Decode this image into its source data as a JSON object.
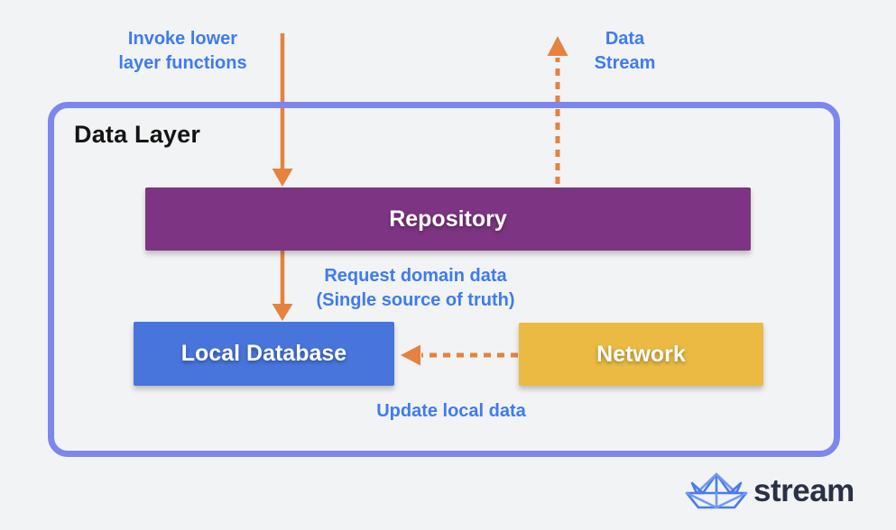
{
  "canvas": {
    "background": "#f2f3f4"
  },
  "container": {
    "title": "Data Layer",
    "border_color": "#7b87ec"
  },
  "nodes": {
    "repository": {
      "label": "Repository",
      "color": "#7d3583"
    },
    "local_database": {
      "label": "Local Database",
      "color": "#4775dc"
    },
    "network": {
      "label": "Network",
      "color": "#eaba42"
    }
  },
  "labels": {
    "invoke": {
      "line1": "Invoke lower",
      "line2": "layer functions"
    },
    "data_stream": {
      "line1": "Data",
      "line2": "Stream"
    },
    "request": {
      "line1": "Request domain data",
      "line2": "(Single source of truth)"
    },
    "update": {
      "text": "Update local data"
    },
    "color": "#3d7bf3"
  },
  "arrows": {
    "color": "#e5823f",
    "invoke": {
      "style": "solid",
      "direction": "down"
    },
    "data_stream": {
      "style": "dashed",
      "direction": "up"
    },
    "request": {
      "style": "solid",
      "direction": "down"
    },
    "update": {
      "style": "dashed",
      "direction": "left"
    }
  },
  "logo": {
    "text": "stream",
    "icon": "paper-boat-icon",
    "icon_color": "#4b7bee",
    "text_color": "#2a3146"
  }
}
